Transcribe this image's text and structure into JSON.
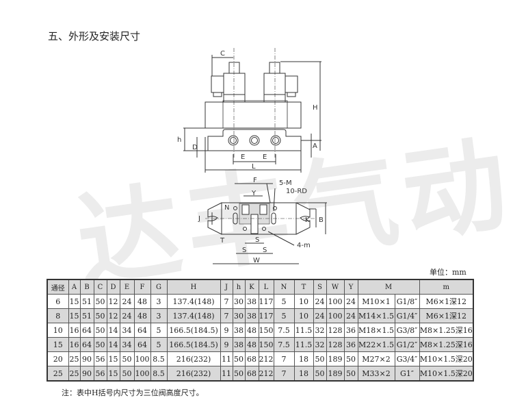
{
  "title": "五、外形及安装尺寸",
  "watermark": "达丰气动",
  "drawing_labels": {
    "C": "C",
    "H": "H",
    "h": "h",
    "D": "D",
    "A": "A",
    "E1": "E",
    "E2": "E",
    "L": "L",
    "F": "F",
    "Y": "Y",
    "M5": "5-M",
    "RD10": "10-RD",
    "J": "J",
    "N": "N",
    "T": "T",
    "K": "K",
    "B": "B",
    "S1": "S",
    "S2": "S",
    "S3": "S",
    "m4": "4-m",
    "W": "W"
  },
  "unit": "单位：mm",
  "table": {
    "headers": [
      "通径",
      "A",
      "B",
      "C",
      "D",
      "E",
      "F",
      "G",
      "H",
      "J",
      "h",
      "K",
      "L",
      "N",
      "T",
      "S",
      "W",
      "Y",
      "M",
      "m"
    ],
    "rows": [
      [
        "6",
        "15",
        "51",
        "50",
        "12",
        "24",
        "48",
        "3",
        "137.4(148)",
        "7",
        "30",
        "38",
        "117",
        "5",
        "10",
        "24",
        "100",
        "24",
        "M10×1",
        "G1/8″",
        "M6×1深12"
      ],
      [
        "8",
        "15",
        "51",
        "50",
        "12",
        "24",
        "48",
        "3",
        "137.4(148)",
        "7",
        "30",
        "38",
        "117",
        "5",
        "10",
        "24",
        "100",
        "24",
        "M14×1.5",
        "G1/4″",
        "M6×1深12"
      ],
      [
        "10",
        "16",
        "64",
        "50",
        "14",
        "34",
        "64",
        "5",
        "166.5(184.5)",
        "9",
        "38",
        "48",
        "150",
        "7.5",
        "11.5",
        "32",
        "128",
        "36",
        "M18×1.5",
        "G3/8″",
        "M8×1.25深16"
      ],
      [
        "15",
        "16",
        "64",
        "50",
        "14",
        "34",
        "64",
        "5",
        "166.5(184.5)",
        "9",
        "38",
        "48",
        "150",
        "7.5",
        "11.5",
        "32",
        "128",
        "36",
        "M22×1.5",
        "G1/2″",
        "M8×1.25深16"
      ],
      [
        "20",
        "25",
        "90",
        "56",
        "15",
        "50",
        "100",
        "8.5",
        "216(232)",
        "11",
        "50",
        "68",
        "212",
        "7",
        "18",
        "50",
        "189",
        "50",
        "M27×2",
        "G3/4″",
        "M10×1.5深20"
      ],
      [
        "25",
        "25",
        "90",
        "56",
        "15",
        "50",
        "100",
        "8.5",
        "216(232)",
        "11",
        "50",
        "68",
        "212",
        "7",
        "18",
        "50",
        "189",
        "50",
        "M33×2",
        "G1″",
        "M10×1.5深20"
      ]
    ]
  },
  "note": "注：表中H括号内尺寸为三位阀高度尺寸。"
}
